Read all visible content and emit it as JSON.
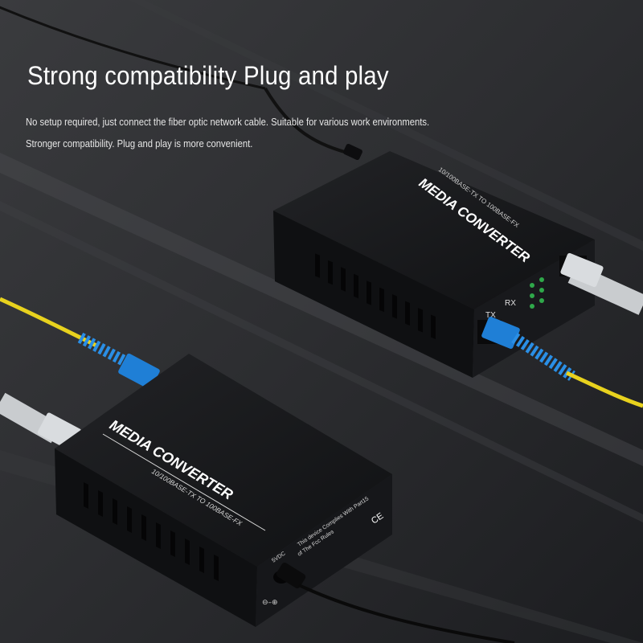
{
  "headline": "Strong compatibility Plug and play",
  "description": [
    "No setup required, just connect the fiber optic network cable. Suitable for various work environments.",
    "Stronger compatibility. Plug and play is more convenient."
  ],
  "device_front": {
    "brand_text": "MEDIA CONVERTER",
    "spec_text": "10/100BASE-TX TO 100BASE-FX",
    "compliance_line1": "This device Complies With Part15",
    "compliance_line2": "of The Fcc Rules",
    "ce_mark": "CE",
    "power_label": "5VDC"
  },
  "device_back": {
    "brand_text": "MEDIA CONVERTER",
    "spec_text": "10/100BASE-TX TO 100BASE-FX",
    "tx_label": "TX",
    "rx_label": "RX"
  },
  "colors": {
    "background": "#2a2b2e",
    "device_body": "#141416",
    "fiber_cable": "#e8d21e",
    "sc_connector": "#1f7fd6",
    "ethernet_cable": "#c9cccf",
    "led": "#2fa84a"
  }
}
